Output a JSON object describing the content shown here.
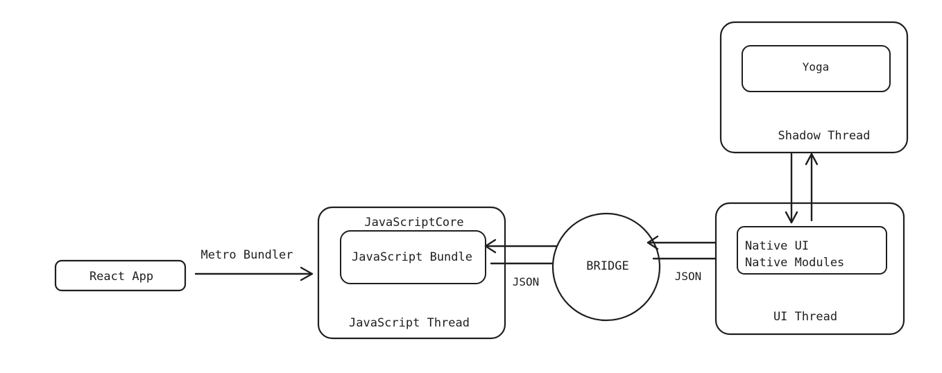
{
  "nodes": {
    "react_app": {
      "label": "React App"
    },
    "javascript_core": {
      "label": "JavaScriptCore"
    },
    "javascript_bundle": {
      "label": "JavaScript Bundle"
    },
    "javascript_thread": {
      "label": "JavaScript Thread"
    },
    "bridge": {
      "label": "BRIDGE"
    },
    "native_ui": {
      "label": "Native UI"
    },
    "native_modules": {
      "label": "Native Modules"
    },
    "ui_thread": {
      "label": "UI Thread"
    },
    "yoga": {
      "label": "Yoga"
    },
    "shadow_thread": {
      "label": "Shadow Thread"
    }
  },
  "edges": {
    "metro_bundler": {
      "label": "Metro Bundler",
      "from": "react_app",
      "to": "javascript_bundle"
    },
    "js_to_bridge": {
      "label": "JSON",
      "from": "javascript_bundle",
      "to": "bridge"
    },
    "bridge_to_js": {
      "label": "",
      "from": "bridge",
      "to": "javascript_bundle"
    },
    "bridge_to_native": {
      "label": "JSON",
      "from": "bridge",
      "to": "native_ui"
    },
    "native_to_bridge": {
      "label": "",
      "from": "native_ui",
      "to": "bridge"
    },
    "shadow_to_ui": {
      "label": "",
      "from": "shadow_thread",
      "to": "ui_thread"
    },
    "ui_to_shadow": {
      "label": "",
      "from": "ui_thread",
      "to": "shadow_thread"
    }
  },
  "colors": {
    "stroke": "#1e1e1e",
    "background": "#ffffff"
  }
}
